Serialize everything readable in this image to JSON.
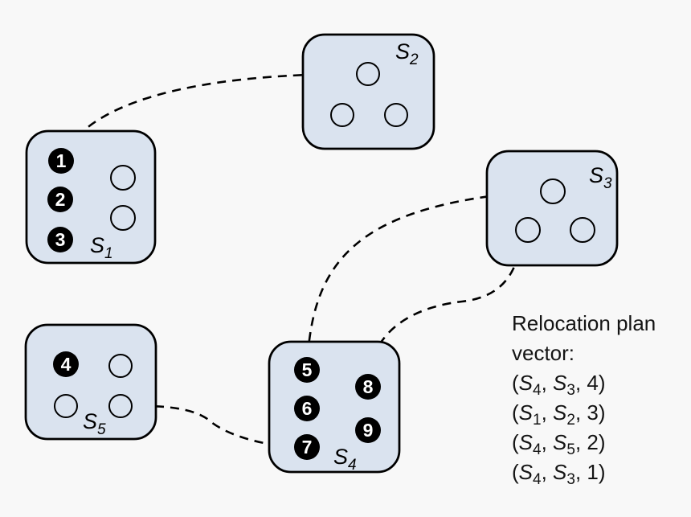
{
  "colors": {
    "background": "#f8f8f8",
    "box_fill": "#dae3ef",
    "box_border": "#000000",
    "token_fill": "#000000",
    "token_text": "#ffffff"
  },
  "nodes": {
    "s1": {
      "name": "S",
      "sub": "1"
    },
    "s2": {
      "name": "S",
      "sub": "2"
    },
    "s3": {
      "name": "S",
      "sub": "3"
    },
    "s4": {
      "name": "S",
      "sub": "4"
    },
    "s5": {
      "name": "S",
      "sub": "5"
    }
  },
  "tokens": {
    "t1": "1",
    "t2": "2",
    "t3": "3",
    "t4": "4",
    "t5": "5",
    "t6": "6",
    "t7": "7",
    "t8": "8",
    "t9": "9"
  },
  "edges": [
    {
      "from": "S1",
      "to": "S2",
      "token": "1"
    },
    {
      "from": "S4",
      "to": "S3",
      "token": "5"
    },
    {
      "from": "S4",
      "to": "S3",
      "token": "8"
    },
    {
      "from": "S4",
      "to": "S5",
      "token": "7"
    }
  ],
  "legend": {
    "title1": "Relocation plan",
    "title2": "vector:",
    "punct": {
      "open": "(",
      "comma": ", ",
      "close": ")"
    },
    "entries": [
      {
        "src": "S",
        "src_sub": "4",
        "dst": "S",
        "dst_sub": "3",
        "count": "4"
      },
      {
        "src": "S",
        "src_sub": "1",
        "dst": "S",
        "dst_sub": "2",
        "count": "3"
      },
      {
        "src": "S",
        "src_sub": "4",
        "dst": "S",
        "dst_sub": "5",
        "count": "2"
      },
      {
        "src": "S",
        "src_sub": "4",
        "dst": "S",
        "dst_sub": "3",
        "count": "1"
      }
    ]
  }
}
